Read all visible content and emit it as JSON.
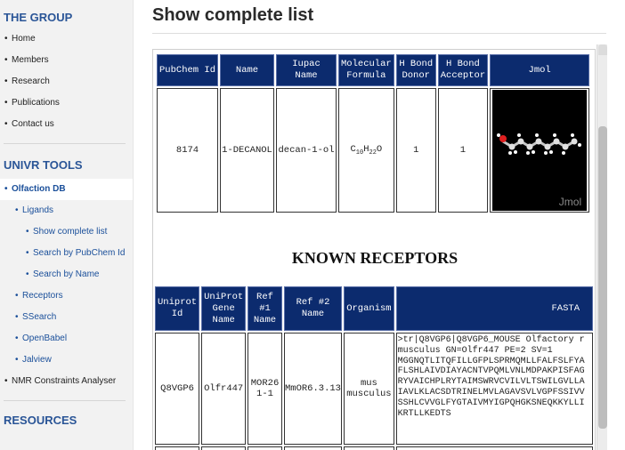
{
  "sidebar": {
    "group_title": "THE GROUP",
    "group_items": [
      "Home",
      "Members",
      "Research",
      "Publications",
      "Contact us"
    ],
    "tools_title": "UNIVR TOOLS",
    "tools": {
      "olfaction": "Olfaction DB",
      "ligands": "Ligands",
      "show_complete_list": "Show complete list",
      "search_pubchem": "Search by PubChem Id",
      "search_name": "Search by Name",
      "receptors": "Receptors",
      "ssearch": "SSearch",
      "openbabel": "OpenBabel",
      "jalview": "Jalview",
      "nmr": "NMR Constraints Analyser"
    },
    "resources_title": "RESOURCES"
  },
  "main": {
    "title": "Show complete list",
    "ligand_table": {
      "headers": [
        "PubChem Id",
        "Name",
        "Iupac Name",
        "Molecular Formula",
        "H Bond Donor",
        "H Bond Acceptor",
        "Jmol"
      ],
      "row": {
        "pubchem_id": "8174",
        "name": "1-DECANOL",
        "iupac": "decan-1-ol",
        "formula_c": "C",
        "formula_c_sub": "10",
        "formula_h": "H",
        "formula_h_sub": "22",
        "formula_o": "O",
        "hbd": "1",
        "hba": "1",
        "jmol_label": "Jmol"
      }
    },
    "known_receptors_title": "KNOWN RECEPTORS",
    "receptor_table": {
      "headers": [
        "Uniprot Id",
        "UniProt Gene Name",
        "Ref #1 Name",
        "Ref #2 Name",
        "Organism",
        "FASTA"
      ],
      "row": {
        "uniprot_id": "Q8VGP6",
        "gene_name": "Olfr447",
        "ref1": "MOR261-1",
        "ref2": "MmOR6.3.13",
        "organism": "mus musculus",
        "fasta": ">tr|Q8VGP6|Q8VGP6_MOUSE Olfactory r\nmusculus GN=Olfr447 PE=2 SV=1\nMGGNQTLITQFILLGFPLSPRMQMLLFALFSLFYA\nFLSHLAIVDIAYACNTVPQMLVNLMDPAKPISFAG\nRYVAICHPLRYTAIMSWRVCVILVLTSWILGVLLA\nIAVLKLACSDTRINELMVLAGAVSVLVGPFSSIVV\nSSHLCVVGLFYGTAIVMYIGPQHGKSNEQKKYLLI\nKRTLLKEDTS"
      }
    }
  },
  "colors": {
    "header_bg": "#0c2b6e",
    "sidebar_title": "#2a5597",
    "link": "#1a4f9a"
  }
}
